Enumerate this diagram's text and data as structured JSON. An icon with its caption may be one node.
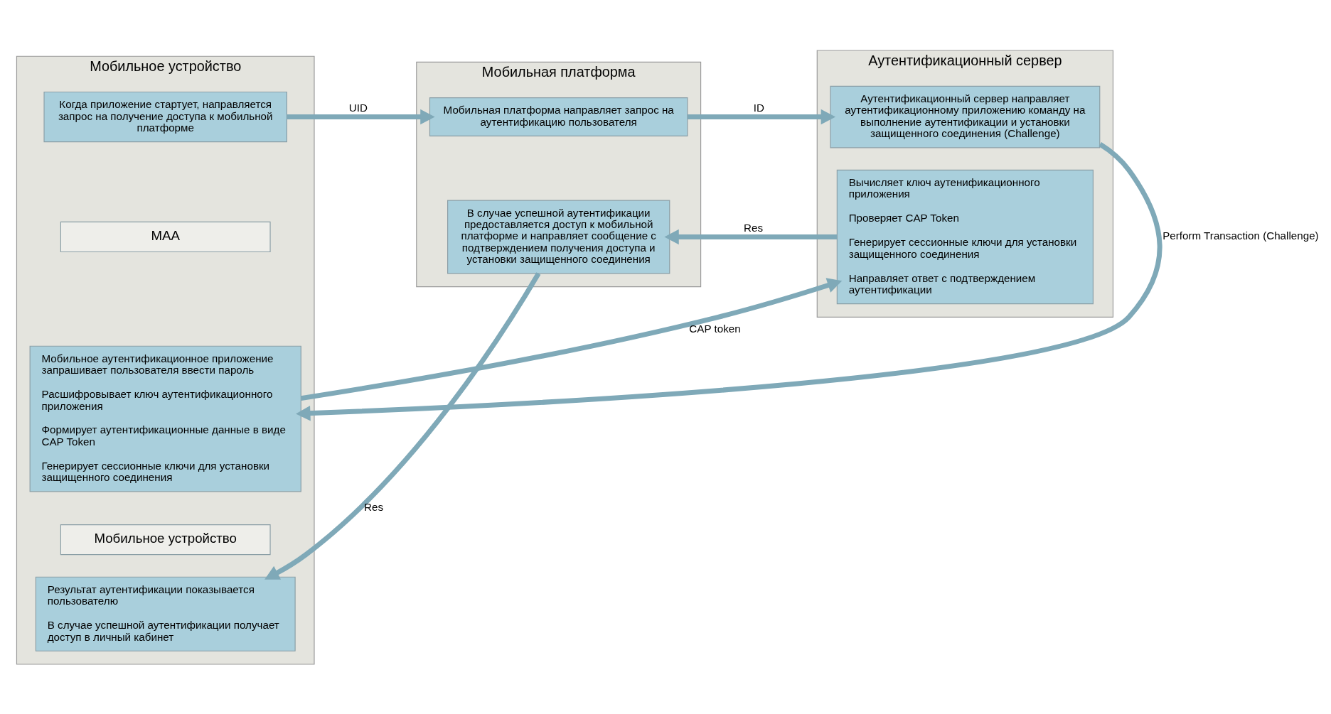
{
  "diagram": {
    "nodes": [
      {
        "text": [
          "Мобильное устройство"
        ]
      },
      {
        "text": [
          "Когда приложение стартует, направляется запрос на получение доступа к мобильной платформе"
        ],
        "in": 0
      },
      {
        "text": [
          "МАА"
        ],
        "in": 0
      },
      {
        "text": [
          "Мобильное аутентификационное приложение запрашивает пользователя ввести пароль",
          "Расшифровывает ключ аутентификационного приложения",
          "Формирует аутентификационные данные в виде CAP Token",
          "Генерирует сессионные ключи для установки защищенного соединения"
        ],
        "in": 0
      },
      {
        "text": [
          "Мобильное устройство"
        ],
        "in": 0
      },
      {
        "text": [
          "Результат аутентификации показывается пользователю",
          "В случае успешной аутентификации получает доступ в личный кабинет"
        ],
        "in": 0
      },
      {
        "text": [
          "Мобильная платформа"
        ]
      },
      {
        "text": [
          "Мобильная платформа направляет запрос на аутентификацию пользователя"
        ],
        "in": 6
      },
      {
        "text": [
          "В случае успешной аутентификации предоставляется доступ к мобильной платформе и направляет сообщение с подтверждением получения доступа и установки защищенного соединения"
        ],
        "in": 6
      },
      {
        "text": [
          "Аутентификационный сервер"
        ]
      },
      {
        "text": [
          "Аутентификационный сервер направляет аутентификационному приложению команду на выполнение аутентификации и установки защищенного соединения (Challenge)"
        ],
        "in": 9
      },
      {
        "text": [
          "Вычисляет ключ аутенификационного приложения",
          "Проверяет CAP Token",
          "Генерирует сессионные ключи для установки защищенного соединения",
          "Направляет ответ с подтверждением аутентификации"
        ],
        "in": 9
      }
    ],
    "edges": [
      {
        "from": 1,
        "to": 7,
        "arrow": "to",
        "label": "UID"
      },
      {
        "from": 7,
        "to": 10,
        "arrow": "to",
        "label": "ID"
      },
      {
        "from": 10,
        "to": 3,
        "arrow": "to",
        "label": "Perform Transaction (Challenge)"
      },
      {
        "from": 3,
        "to": 11,
        "arrow": "to",
        "label": "CAP token"
      },
      {
        "from": 11,
        "to": 8,
        "arrow": "to",
        "label": "Res"
      },
      {
        "from": 8,
        "to": 5,
        "arrow": "to",
        "label": "Res"
      }
    ]
  }
}
